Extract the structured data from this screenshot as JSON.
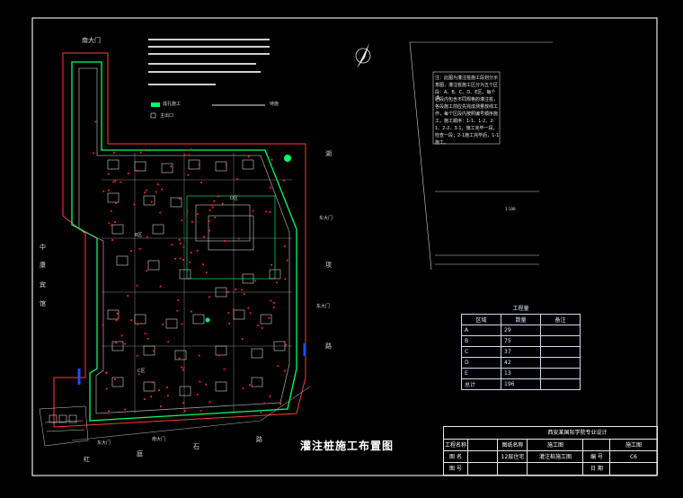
{
  "drawing": {
    "title": "灌注桩施工布置图",
    "north_arrow": "north-arrow-icon"
  },
  "legend": {
    "item1": "成孔施工",
    "item2": "待施",
    "item3": "主出口"
  },
  "site_labels": {
    "gate_top": "南大门",
    "gate_right_1": "东大门",
    "gate_right_2": "东大门",
    "gate_bottom_1": "东大门",
    "gate_bottom_2": "南大门",
    "road_bottom": [
      "红",
      "庭",
      "石",
      "路"
    ],
    "road_right": [
      "湖",
      "项",
      "路"
    ],
    "road_left": [
      "中",
      "康",
      "宾",
      "馆"
    ],
    "zone_b": "B区",
    "zone_c": "C区",
    "zone_d": "D区"
  },
  "notes": {
    "note_main": "注：此图为灌注桩施工段划分示意图，灌注桩施工区分为五个区段：A、B、C、D、E区，每个区段内包含不同规格的灌注桩，各段施工前应先完成测量放线工作，每个区段内按照编号顺序施工，施工顺序：1-1、1-2、2-1、2-2、3-1，施工完毕一段，检查一段；2-1施工完毕后，1-1施工。",
    "note_a": "A",
    "note_scale": "1:100"
  },
  "quantity_table": {
    "caption": "工程量",
    "headers": [
      "区域",
      "数量",
      "备注"
    ],
    "rows": [
      [
        "A",
        "29",
        ""
      ],
      [
        "B",
        "75",
        ""
      ],
      [
        "C",
        "37",
        ""
      ],
      [
        "D",
        "42",
        ""
      ],
      [
        "E",
        "13",
        ""
      ],
      [
        "总计",
        "196",
        ""
      ]
    ]
  },
  "title_block": {
    "project": "西安某国际学院专业设计",
    "row1": [
      "工程名称",
      "",
      "图纸名称",
      "施工图",
      "",
      "施工图"
    ],
    "row2": [
      "图 名",
      "",
      "12层住宅",
      "灌注桩施工图",
      "编 号",
      "C6"
    ],
    "row3": [
      "图 号",
      "",
      "",
      "",
      "日 期",
      ""
    ]
  },
  "colors": {
    "boundary": "#00ff66",
    "outer": "#ff3b3b",
    "pile": "#ff2222",
    "foundation": "#c8c8c8",
    "annotation": "#ffffff",
    "blue_mark": "#1e4dff"
  }
}
